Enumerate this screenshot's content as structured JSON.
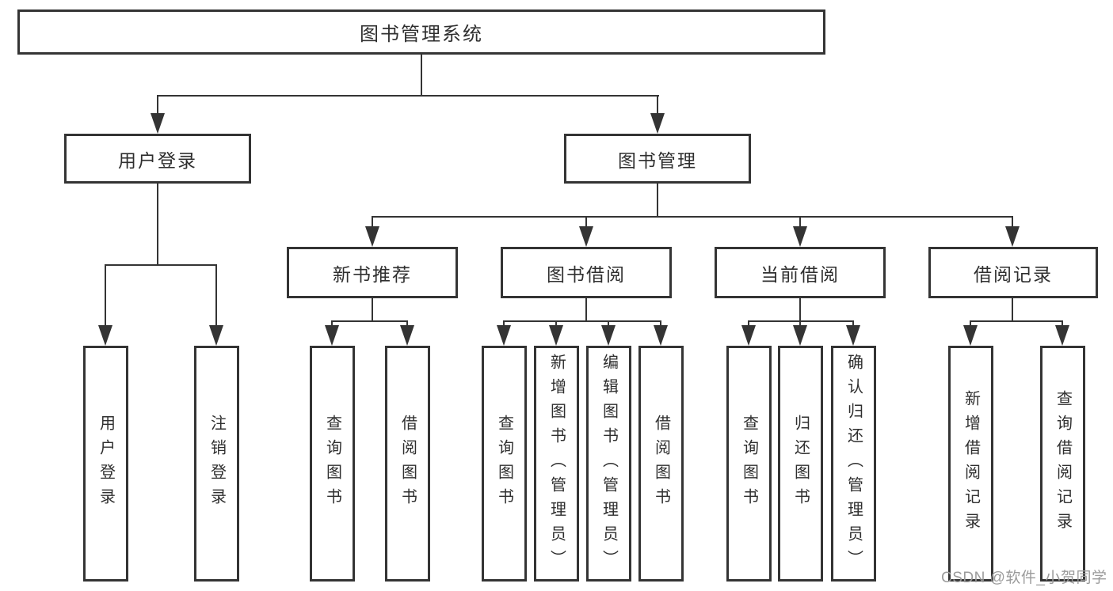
{
  "nodes": {
    "root": {
      "label": "图书管理系统"
    },
    "level1": [
      {
        "id": "user-login",
        "label": "用户登录"
      },
      {
        "id": "book-management",
        "label": "图书管理"
      }
    ],
    "level2": [
      {
        "id": "new-book-recommend",
        "label": "新书推荐",
        "parent": "图书管理"
      },
      {
        "id": "book-borrow",
        "label": "图书借阅",
        "parent": "图书管理"
      },
      {
        "id": "current-borrow",
        "label": "当前借阅",
        "parent": "图书管理"
      },
      {
        "id": "borrow-records",
        "label": "借阅记录",
        "parent": "图书管理"
      }
    ],
    "leaves": [
      {
        "label": "用户登录",
        "parent": "用户登录"
      },
      {
        "label": "注销登录",
        "parent": "用户登录"
      },
      {
        "label": "查询图书",
        "parent": "新书推荐"
      },
      {
        "label": "借阅图书",
        "parent": "新书推荐"
      },
      {
        "label": "查询图书",
        "parent": "图书借阅"
      },
      {
        "label": "新增图书（管理员）",
        "parent": "图书借阅"
      },
      {
        "label": "编辑图书（管理员）",
        "parent": "图书借阅"
      },
      {
        "label": "借阅图书",
        "parent": "图书借阅"
      },
      {
        "label": "查询图书",
        "parent": "当前借阅"
      },
      {
        "label": "归还图书",
        "parent": "当前借阅"
      },
      {
        "label": "确认归还（管理员）",
        "parent": "当前借阅"
      },
      {
        "label": "新增借阅记录",
        "parent": "借阅记录"
      },
      {
        "label": "查询借阅记录",
        "parent": "借阅记录"
      }
    ]
  },
  "watermark": {
    "text": "CSDN @软件_小贺同学"
  },
  "colors": {
    "line": "#343434",
    "text": "#2f2f2f",
    "watermark": "#9b9b9b",
    "background": "#ffffff"
  }
}
